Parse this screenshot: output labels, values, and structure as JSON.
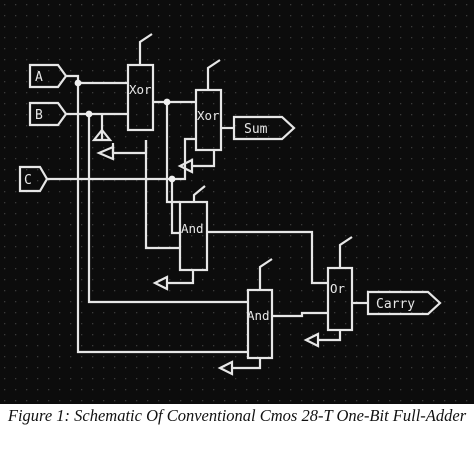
{
  "diagram": {
    "inputs": [
      {
        "id": "a",
        "label": "A"
      },
      {
        "id": "b",
        "label": "B"
      },
      {
        "id": "c",
        "label": "C"
      }
    ],
    "gates": [
      {
        "id": "xor1",
        "label": "Xor"
      },
      {
        "id": "xor2",
        "label": "Xor"
      },
      {
        "id": "and1",
        "label": "And"
      },
      {
        "id": "and2",
        "label": "And"
      },
      {
        "id": "or1",
        "label": "Or"
      }
    ],
    "outputs": [
      {
        "id": "sum",
        "label": "Sum"
      },
      {
        "id": "carry",
        "label": "Carry"
      }
    ],
    "colors": {
      "background": "#0c0c0c",
      "wire": "#e6e6e6",
      "grid_dot": "#3a3a3a"
    }
  },
  "caption": {
    "text": "Figure 1: Schematic Of Conventional Cmos 28-T One-Bit Full-Adder"
  }
}
